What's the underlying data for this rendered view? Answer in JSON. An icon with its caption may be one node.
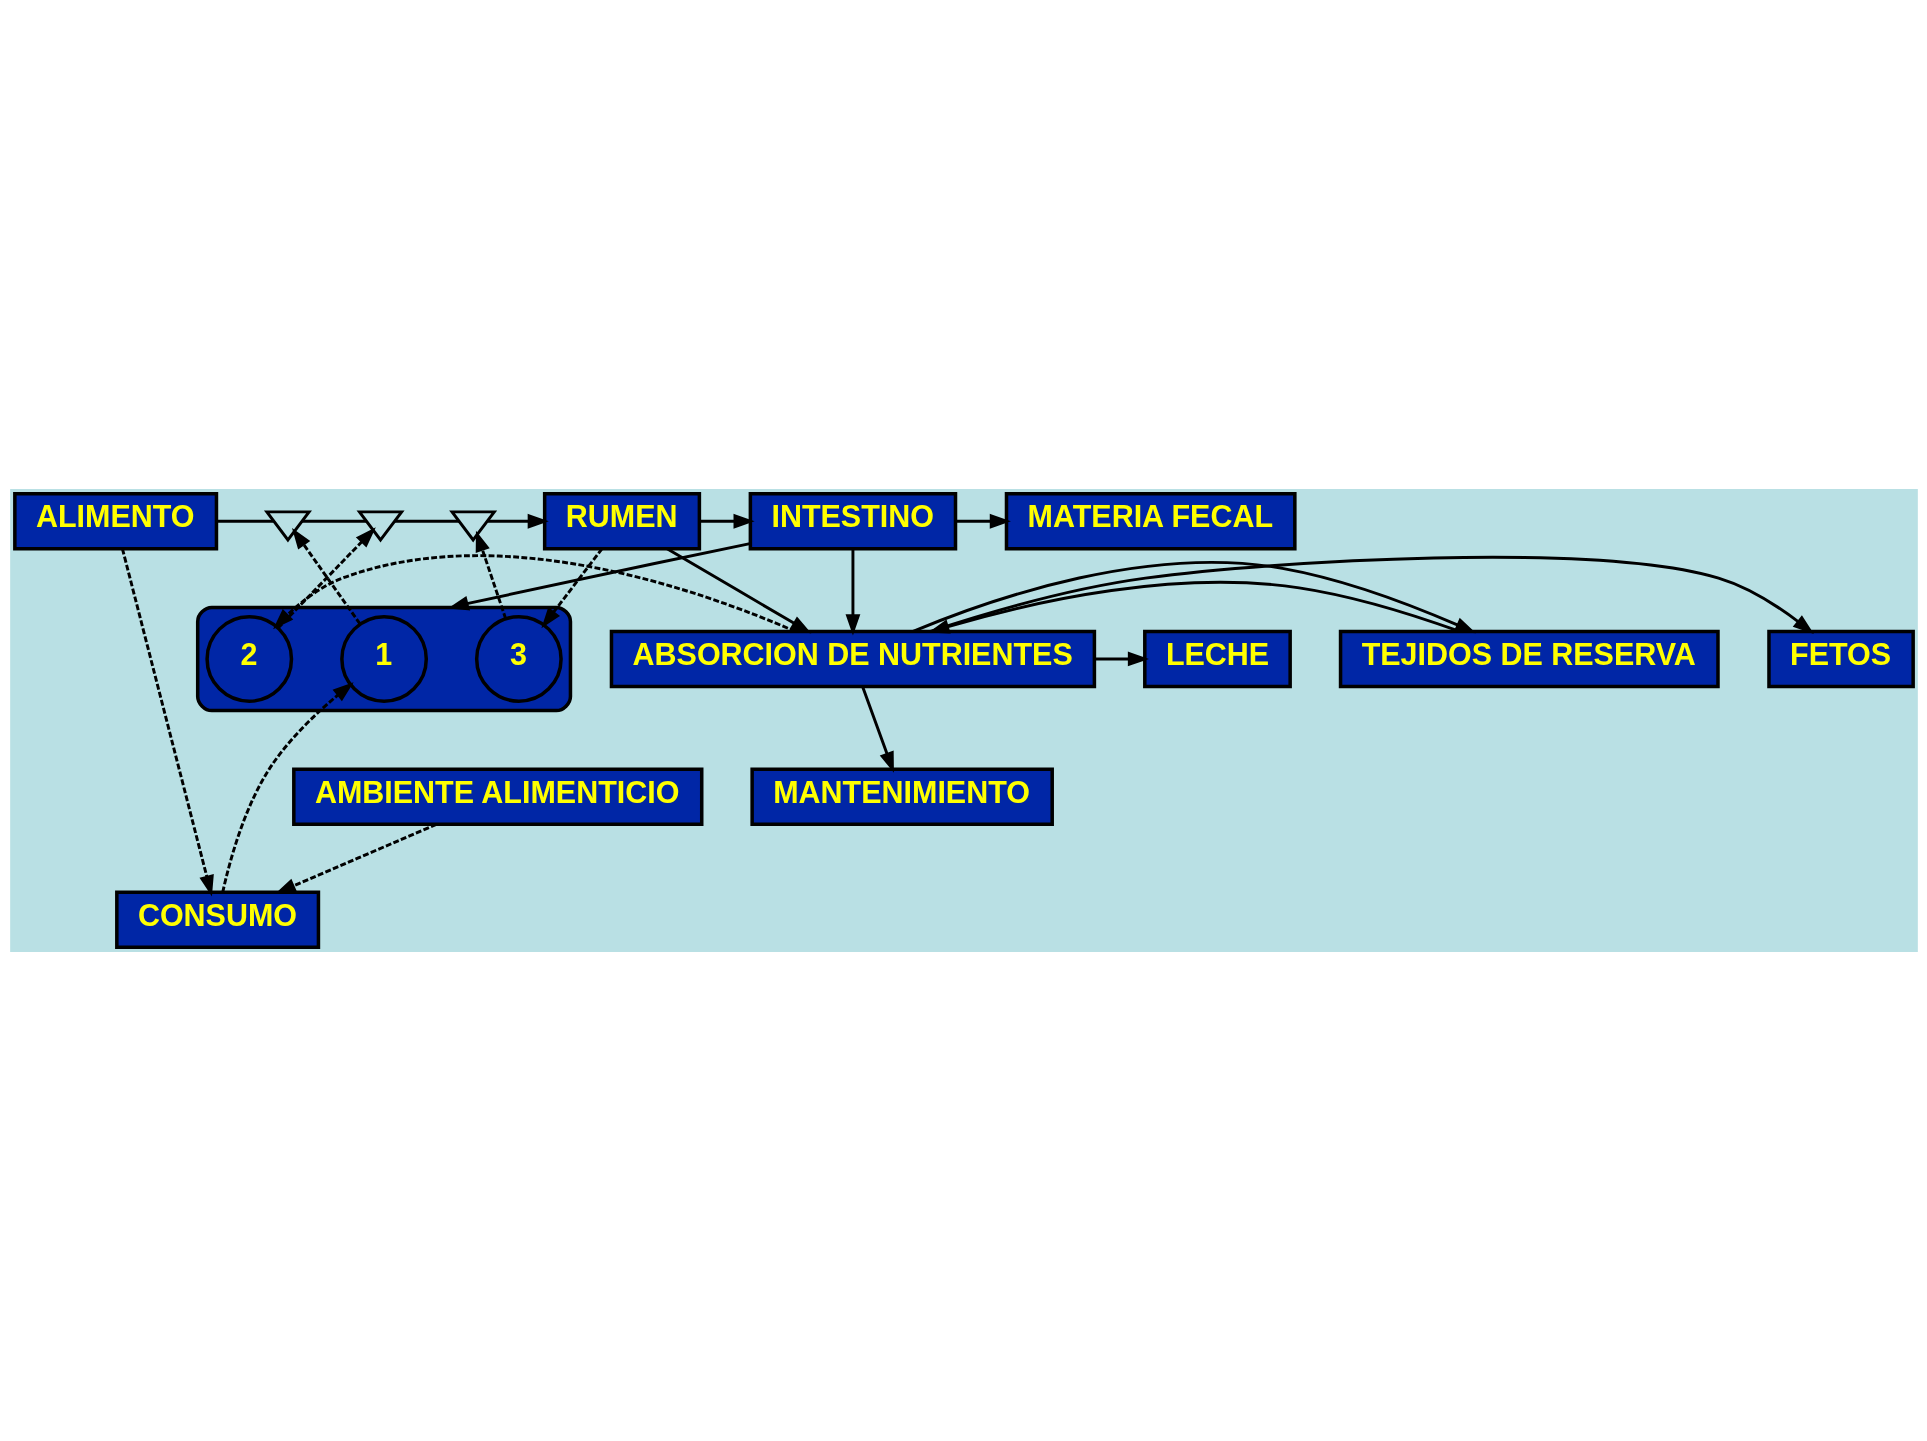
{
  "diagram": {
    "nodes": [
      {
        "text": [
          "AMBIENTE ALIMENTICIO"
        ]
      },
      {
        "text": [
          "MANTENIMIENTO"
        ]
      },
      {
        "text": [
          "TEJIDOS DE RESERVA"
        ]
      },
      {
        "text": [
          "ABSORCION DE NUTRIENTES"
        ]
      },
      {
        "text": [
          "LECHE"
        ]
      },
      {
        "text": [
          "FETOS"
        ]
      },
      {
        "text": [
          "CONSUMO"
        ]
      },
      {
        "text": [],
        "shape": "box"
      },
      {
        "text": [
          "1"
        ],
        "in": 7
      },
      {
        "text": [
          "2"
        ],
        "in": 7
      },
      {
        "text": [
          "3"
        ],
        "in": 7
      },
      {
        "text": [
          "ALIMENTO"
        ]
      },
      {
        "text": [],
        "shape": "valve"
      },
      {
        "text": [],
        "shape": "valve"
      },
      {
        "text": [],
        "shape": "valve"
      },
      {
        "text": [
          "RUMEN"
        ]
      },
      {
        "text": [
          "INTESTINO"
        ]
      },
      {
        "text": [
          "MATERIA FECAL"
        ]
      }
    ],
    "edges": [
      {
        "from": 0,
        "to": 6,
        "arrow": "to",
        "style": "dashed"
      },
      {
        "from": 3,
        "to": 1,
        "arrow": "to"
      },
      {
        "from": 2,
        "to": 3,
        "arrow": "to"
      },
      {
        "from": 3,
        "to": 2,
        "arrow": "to"
      },
      {
        "from": 3,
        "to": 4,
        "arrow": "to"
      },
      {
        "from": 3,
        "to": 5,
        "arrow": "to"
      },
      {
        "from": 11,
        "to": 6,
        "arrow": "to",
        "style": "dashed"
      },
      {
        "from": 6,
        "to": 8,
        "arrow": "to",
        "style": "dashed"
      },
      {
        "from": 3,
        "to": 9,
        "arrow": "to",
        "style": "dashed"
      },
      {
        "from": 15,
        "to": 10,
        "arrow": "to",
        "style": "dashed"
      },
      {
        "from": 16,
        "to": 7,
        "arrow": "to"
      },
      {
        "from": 15,
        "to": 3,
        "arrow": "to"
      },
      {
        "from": 16,
        "to": 3,
        "arrow": "to"
      },
      {
        "from": 8,
        "to": 12,
        "arrow": "to",
        "style": "dashed"
      },
      {
        "from": 9,
        "to": 13,
        "arrow": "to",
        "style": "dashed"
      },
      {
        "from": 10,
        "to": 14,
        "arrow": "to",
        "style": "dashed"
      },
      {
        "from": 11,
        "to": 12,
        "arrow": "none"
      },
      {
        "from": 12,
        "to": 13,
        "arrow": "none"
      },
      {
        "from": 13,
        "to": 14,
        "arrow": "none"
      },
      {
        "from": 14,
        "to": 15,
        "arrow": "to"
      },
      {
        "from": 15,
        "to": 16,
        "arrow": "to"
      },
      {
        "from": 16,
        "to": 17,
        "arrow": "to"
      }
    ]
  }
}
